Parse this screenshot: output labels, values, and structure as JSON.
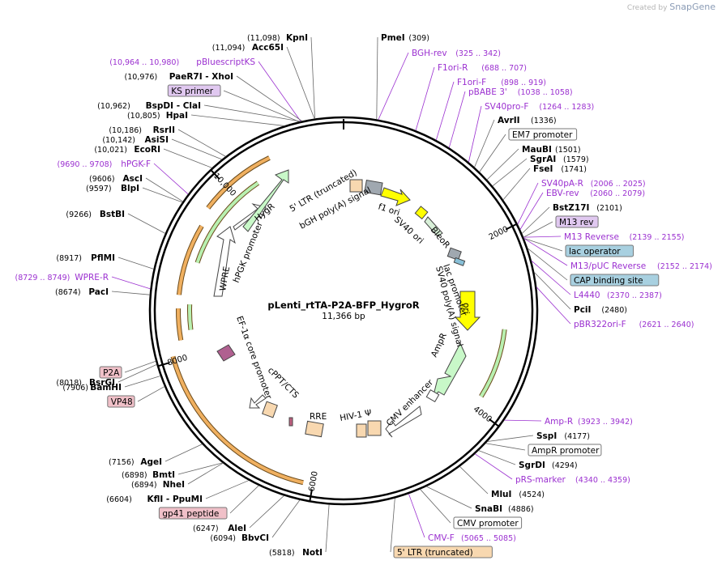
{
  "brand": {
    "created_by": "Created by",
    "app": "SnapGene"
  },
  "plasmid": {
    "name": "pLenti_rtTA-P2A-BFP_HygroR",
    "size": "11,366 bp",
    "length": 11366
  },
  "ticks": [
    {
      "bp": 2000,
      "label": "2000"
    },
    {
      "bp": 4000,
      "label": "4000"
    },
    {
      "bp": 6000,
      "label": "6000"
    },
    {
      "bp": 8000,
      "label": "8000"
    },
    {
      "bp": 10000,
      "label": "10,000"
    }
  ],
  "colors": {
    "enzyme": "#000000",
    "primer": "#9b30d0",
    "orange_arrow": "#f0b060",
    "green_arrow": "#b8f0b0",
    "ori": "#ffff00"
  },
  "labels": {
    "right": [
      {
        "kind": "enzyme",
        "name": "PmeI",
        "pos": "(309)"
      },
      {
        "kind": "primer",
        "name": "BGH-rev",
        "pos": "(325 .. 342)"
      },
      {
        "kind": "primer",
        "name": "F1ori-R",
        "pos": "(688 .. 707)"
      },
      {
        "kind": "primer",
        "name": "F1ori-F",
        "pos": "(898 .. 919)"
      },
      {
        "kind": "primer",
        "name": "pBABE 3'",
        "pos": "(1038 .. 1058)"
      },
      {
        "kind": "primer",
        "name": "SV40pro-F",
        "pos": "(1264 .. 1283)"
      },
      {
        "kind": "enzyme",
        "name": "AvrII",
        "pos": "(1336)"
      },
      {
        "kind": "box",
        "name": "EM7 promoter",
        "pos": ""
      },
      {
        "kind": "enzyme",
        "name": "MauBI",
        "pos": "(1501)"
      },
      {
        "kind": "enzyme",
        "name": "SgrAI",
        "pos": "(1579)"
      },
      {
        "kind": "enzyme",
        "name": "FseI",
        "pos": "(1741)"
      },
      {
        "kind": "primer",
        "name": "SV40pA-R",
        "pos": "(2006 .. 2025)"
      },
      {
        "kind": "primer",
        "name": "EBV-rev",
        "pos": "(2060 .. 2079)"
      },
      {
        "kind": "enzyme",
        "name": "BstZ17I",
        "pos": "(2101)"
      },
      {
        "kind": "boxp",
        "name": "M13 rev",
        "pos": ""
      },
      {
        "kind": "primer",
        "name": "M13 Reverse",
        "pos": "(2139 .. 2155)"
      },
      {
        "kind": "boxb",
        "name": "lac operator",
        "pos": ""
      },
      {
        "kind": "primer",
        "name": "M13/pUC Reverse",
        "pos": "(2152 .. 2174)"
      },
      {
        "kind": "boxb",
        "name": "CAP binding site",
        "pos": ""
      },
      {
        "kind": "primer",
        "name": "L4440",
        "pos": "(2370 .. 2387)"
      },
      {
        "kind": "enzyme",
        "name": "PciI",
        "pos": "(2480)"
      },
      {
        "kind": "primer",
        "name": "pBR322ori-F",
        "pos": "(2621 .. 2640)"
      },
      {
        "kind": "primer",
        "name": "Amp-R",
        "pos": "(3923 .. 3942)"
      },
      {
        "kind": "enzyme",
        "name": "SspI",
        "pos": "(4177)"
      },
      {
        "kind": "box",
        "name": "AmpR promoter",
        "pos": ""
      },
      {
        "kind": "enzyme",
        "name": "SgrDI",
        "pos": "(4294)"
      },
      {
        "kind": "primer",
        "name": "pRS-marker",
        "pos": "(4340 .. 4359)"
      },
      {
        "kind": "enzyme",
        "name": "MluI",
        "pos": "(4524)"
      },
      {
        "kind": "enzyme",
        "name": "SnaBI",
        "pos": "(4886)"
      },
      {
        "kind": "box",
        "name": "CMV promoter",
        "pos": ""
      },
      {
        "kind": "primer",
        "name": "CMV-F",
        "pos": "(5065 .. 5085)"
      },
      {
        "kind": "boxo",
        "name": "5' LTR (truncated)",
        "pos": ""
      }
    ],
    "left": [
      {
        "kind": "enzyme",
        "name": "KpnI",
        "pos": "(11,098)"
      },
      {
        "kind": "enzyme",
        "name": "Acc65I",
        "pos": "(11,094)"
      },
      {
        "kind": "primer",
        "name": "pBluescriptKS",
        "pos": "(10,964 .. 10,980)"
      },
      {
        "kind": "enzyme",
        "name": "PaeR7I - XhoI",
        "pos": "(10,976)"
      },
      {
        "kind": "boxp",
        "name": "KS primer",
        "pos": ""
      },
      {
        "kind": "enzyme",
        "name": "BspDI - ClaI",
        "pos": "(10,962)"
      },
      {
        "kind": "enzyme",
        "name": "HpaI",
        "pos": "(10,805)"
      },
      {
        "kind": "enzyme",
        "name": "RsrII",
        "pos": "(10,186)"
      },
      {
        "kind": "enzyme",
        "name": "AsiSI",
        "pos": "(10,142)"
      },
      {
        "kind": "enzyme",
        "name": "EcoRI",
        "pos": "(10,021)"
      },
      {
        "kind": "primer",
        "name": "hPGK-F",
        "pos": "(9690 .. 9708)"
      },
      {
        "kind": "enzyme",
        "name": "AscI",
        "pos": "(9606)"
      },
      {
        "kind": "enzyme",
        "name": "BlpI",
        "pos": "(9597)"
      },
      {
        "kind": "enzyme",
        "name": "BstBI",
        "pos": "(9266)"
      },
      {
        "kind": "enzyme",
        "name": "PflMI",
        "pos": "(8917)"
      },
      {
        "kind": "primer",
        "name": "WPRE-R",
        "pos": "(8729 .. 8749)"
      },
      {
        "kind": "enzyme",
        "name": "PacI",
        "pos": "(8674)"
      },
      {
        "kind": "enzyme",
        "name": "BsrGI",
        "pos": "(8018)"
      },
      {
        "kind": "boxr",
        "name": "P2A",
        "pos": ""
      },
      {
        "kind": "enzyme",
        "name": "BamHI",
        "pos": "(7906)"
      },
      {
        "kind": "boxr",
        "name": "VP48",
        "pos": ""
      },
      {
        "kind": "enzyme",
        "name": "AgeI",
        "pos": "(7156)"
      },
      {
        "kind": "enzyme",
        "name": "BmtI",
        "pos": "(6898)"
      },
      {
        "kind": "enzyme",
        "name": "NheI",
        "pos": "(6894)"
      },
      {
        "kind": "enzyme",
        "name": "KflI - PpuMI",
        "pos": "(6604)"
      },
      {
        "kind": "boxr",
        "name": "gp41 peptide",
        "pos": ""
      },
      {
        "kind": "enzyme",
        "name": "AleI",
        "pos": "(6247)"
      },
      {
        "kind": "enzyme",
        "name": "BbvCI",
        "pos": "(6094)"
      },
      {
        "kind": "enzyme",
        "name": "NotI",
        "pos": "(5818)"
      }
    ]
  },
  "features": [
    {
      "name": "5' LTR (truncated)"
    },
    {
      "name": "bGH poly(A) signal"
    },
    {
      "name": "f1 ori"
    },
    {
      "name": "SV40 ori"
    },
    {
      "name": "BleoR"
    },
    {
      "name": "lac promoter"
    },
    {
      "name": "SV40 poly(A) signal"
    },
    {
      "name": "ori"
    },
    {
      "name": "AmpR"
    },
    {
      "name": "CMV enhancer"
    },
    {
      "name": "HIV-1 Ψ"
    },
    {
      "name": "RRE"
    },
    {
      "name": "cPPT/CTS"
    },
    {
      "name": "EF-1α core promoter"
    },
    {
      "name": "WPRE"
    },
    {
      "name": "hPGK promoter"
    },
    {
      "name": "HygR"
    }
  ]
}
